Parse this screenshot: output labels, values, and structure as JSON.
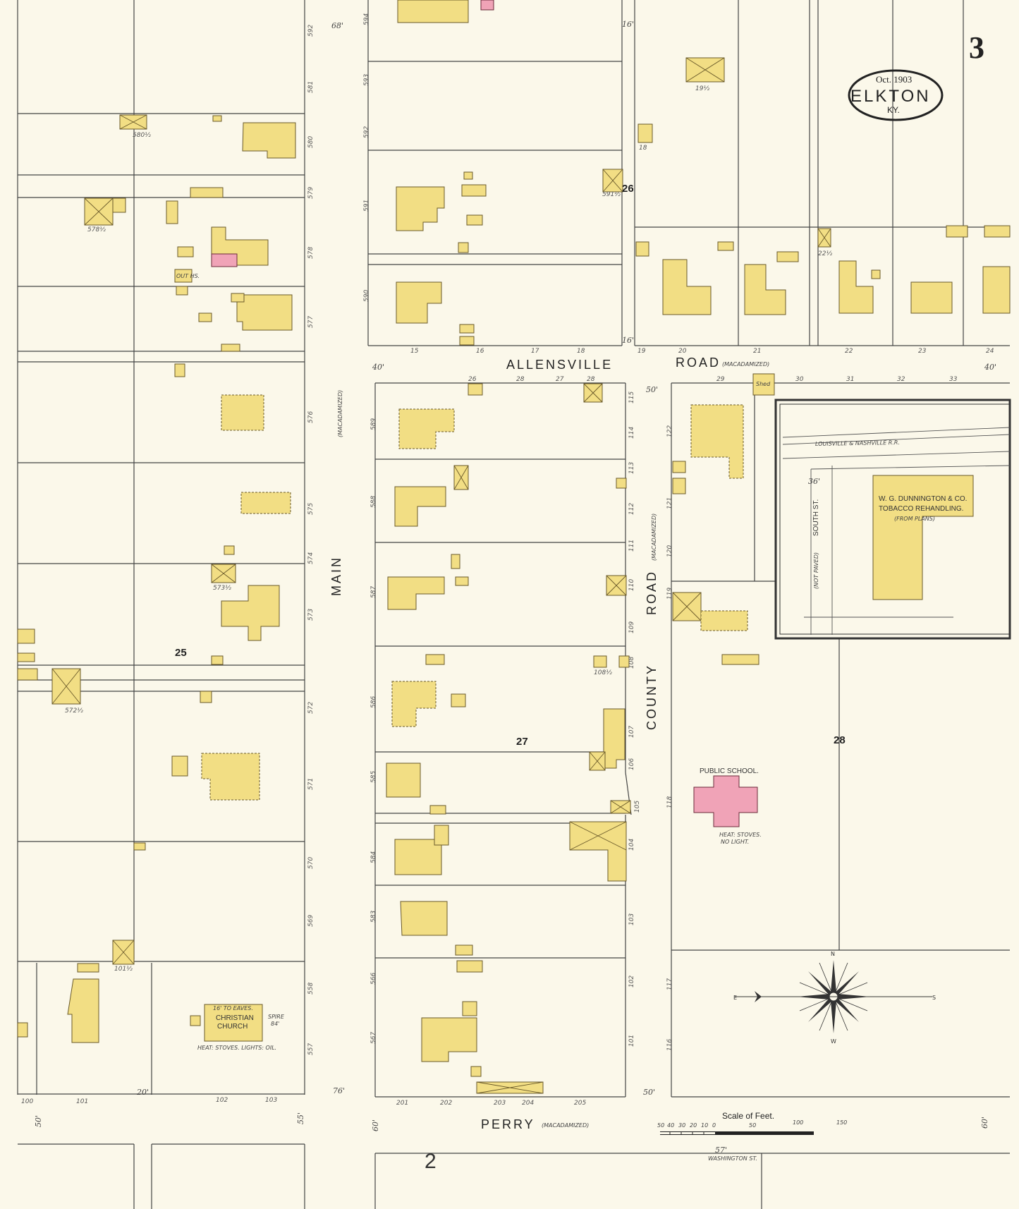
{
  "sheet": {
    "sheet_number": "3",
    "date": "Oct. 1903",
    "town": "ELKTON",
    "state": "KY."
  },
  "streets": {
    "main": "MAIN",
    "main_note": "(MACADAMIZED)",
    "allensville": "ALLENSVILLE",
    "road": "ROAD",
    "road_note": "(MACADAMIZED)",
    "county_road_1": "COUNTY",
    "county_road_2": "ROAD",
    "county_note": "(MACADAMIZED)",
    "perry": "PERRY",
    "perry_note": "(MACADAMIZED)",
    "south_st": "SOUTH ST.",
    "south_note": "(NOT PAVED)",
    "washington": "WASHINGTON ST.",
    "railroad": "LOUISVILLE & NASHVILLE R.R."
  },
  "blocks": [
    "25",
    "26",
    "27",
    "28"
  ],
  "adjoining_sheet": "2",
  "landmarks": {
    "school_title": "PUBLIC SCHOOL.",
    "school_note_1": "HEAT: STOVES.",
    "school_note_2": "NO LIGHT.",
    "church_line_1": "16' TO EAVES.",
    "church_line_2": "CHRISTIAN",
    "church_line_3": "CHURCH",
    "church_spire_1": "SPIRE",
    "church_spire_2": "84'",
    "church_note": "HEAT: STOVES. LIGHTS: OIL.",
    "tobacco_1": "W. G. DUNNINGTON & CO.",
    "tobacco_2": "TOBACCO REHANDLING.",
    "tobacco_3": "(FROM PLANS)",
    "shed": "Shed"
  },
  "scale": {
    "title": "Scale of Feet.",
    "ticks": [
      "50",
      "40",
      "30",
      "20",
      "10",
      "0",
      "50",
      "100",
      "150"
    ]
  },
  "main_addresses": [
    "592",
    "581",
    "580",
    "579",
    "578",
    "577",
    "576",
    "575",
    "574",
    "573",
    "572",
    "571",
    "570",
    "569",
    "558",
    "557"
  ],
  "main_addresses_east": [
    "594",
    "593",
    "592",
    "591",
    "590",
    "589",
    "588",
    "587",
    "586",
    "585",
    "584",
    "583",
    "566",
    "567"
  ],
  "county_addresses_west": [
    "115",
    "114",
    "113",
    "112",
    "111",
    "110",
    "109",
    "108",
    "107",
    "106",
    "105",
    "104",
    "103",
    "102",
    "101"
  ],
  "county_addresses_east": [
    "122",
    "121",
    "120",
    "119",
    "118",
    "117",
    "116"
  ],
  "allensville_addresses": [
    "15",
    "16",
    "17",
    "18",
    "19",
    "20",
    "21",
    "22",
    "23",
    "24"
  ],
  "allensville_south": [
    "26",
    "28",
    "27",
    "28",
    "29",
    "30",
    "31",
    "32",
    "33"
  ],
  "perry_addresses": [
    "201",
    "202",
    "203",
    "204",
    "205"
  ],
  "perry_west": [
    "100",
    "101",
    "102",
    "103"
  ],
  "widths": [
    "68'",
    "40'",
    "50'",
    "40'",
    "16'",
    "16'",
    "36'",
    "50'",
    "20'",
    "76'",
    "60'",
    "50'",
    "55'",
    "57'",
    "60'"
  ],
  "misc_addresses": [
    "580½",
    "578½",
    "573½",
    "572½",
    "101½",
    "108½",
    "591½",
    "19½",
    "22½",
    "18"
  ],
  "compass": {
    "n": "N",
    "s": "S",
    "e": "E",
    "w": "W"
  },
  "stamp": "OUT HS."
}
